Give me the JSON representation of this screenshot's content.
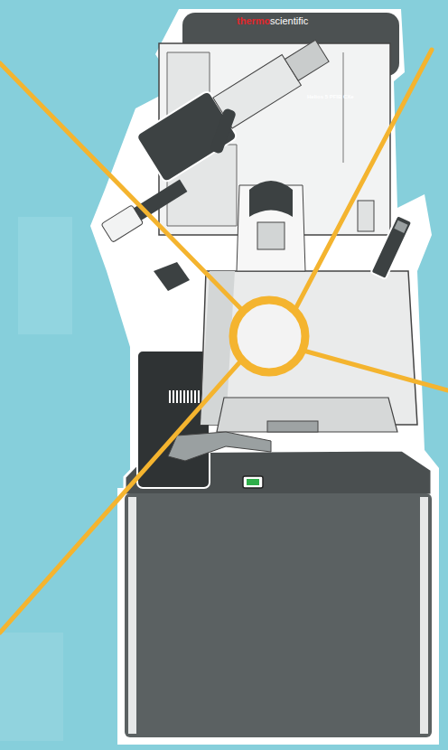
{
  "diagram": {
    "labels": [
      "thermo",
      "scientific",
      "Helios 5 PFIB CXe"
    ]
  }
}
